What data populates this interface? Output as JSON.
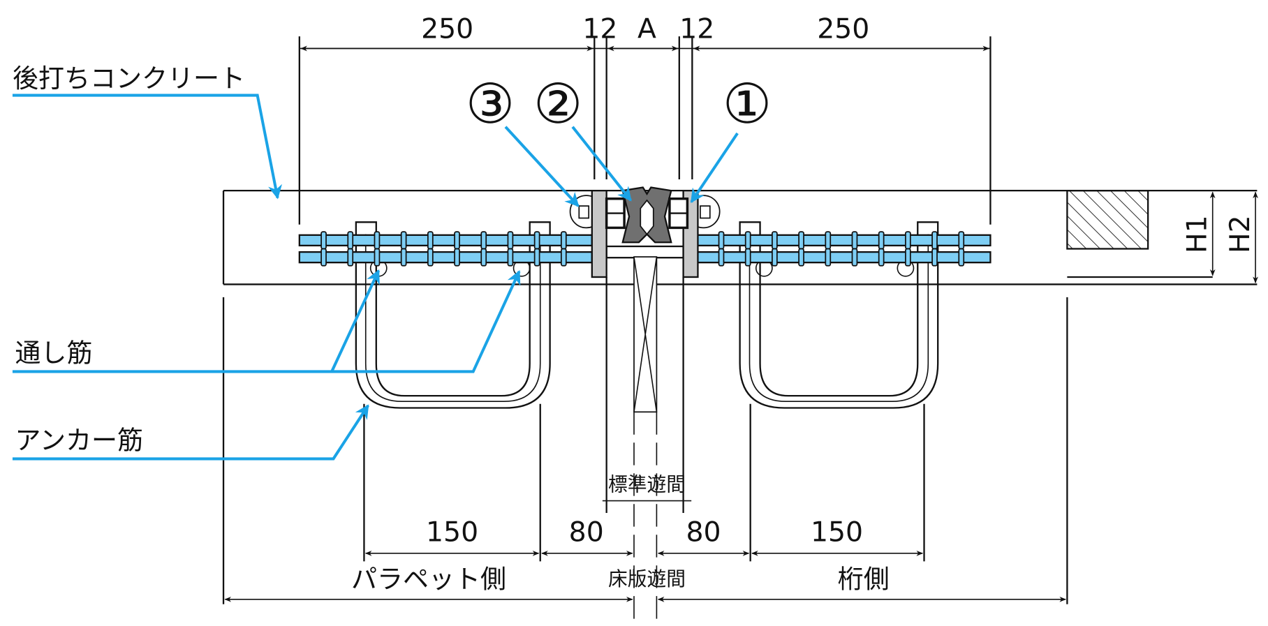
{
  "labels": {
    "concrete": "後打ちコンクリート",
    "through_bar": "通し筋",
    "anchor_bar": "アンカー筋",
    "parapet_side": "パラペット側",
    "girder_side": "桁側",
    "standard_gap": "標準遊間",
    "slab_gap": "床版遊間"
  },
  "callouts": [
    "③",
    "②",
    "①"
  ],
  "dimensions": {
    "top": [
      "250",
      "12",
      "A",
      "12",
      "250"
    ],
    "bottom": [
      "150",
      "80",
      "80",
      "150"
    ],
    "heights": [
      "H1",
      "H2"
    ]
  },
  "colors": {
    "rebar": "#7ecef4",
    "leader": "#1aa3e6",
    "plate": "#c8c8c8",
    "rubber": "#707070"
  }
}
